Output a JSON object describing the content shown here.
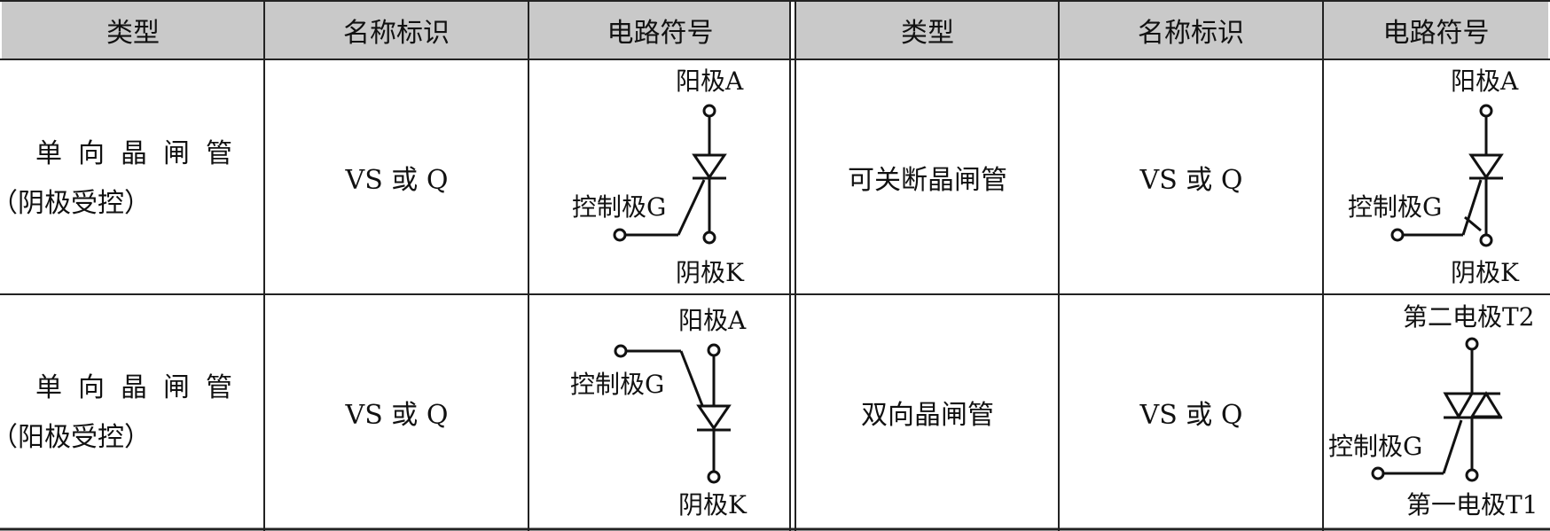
{
  "headers": {
    "left": [
      "类型",
      "名称标识",
      "电路符号"
    ],
    "right": [
      "类型",
      "名称标识",
      "电路符号"
    ]
  },
  "rows": [
    {
      "left": {
        "type_line1": "单向晶闸管",
        "type_line2": "（阴极受控）",
        "id": "VS 或 Q",
        "symbol": {
          "top": "阳极A",
          "gate": "控制极G",
          "bottom": "阴极K"
        }
      },
      "right": {
        "type": "可关断晶闸管",
        "id": "VS 或 Q",
        "symbol": {
          "top": "阳极A",
          "gate": "控制极G",
          "bottom": "阴极K"
        }
      }
    },
    {
      "left": {
        "type_line1": "单向晶闸管",
        "type_line2": "（阳极受控）",
        "id": "VS 或 Q",
        "symbol": {
          "top": "阳极A",
          "gate": "控制极G",
          "bottom": "阴极K"
        }
      },
      "right": {
        "type": "双向晶闸管",
        "id": "VS 或 Q",
        "symbol": {
          "top": "第二电极T2",
          "gate": "控制极G",
          "bottom": "第一电极T1"
        }
      }
    }
  ]
}
